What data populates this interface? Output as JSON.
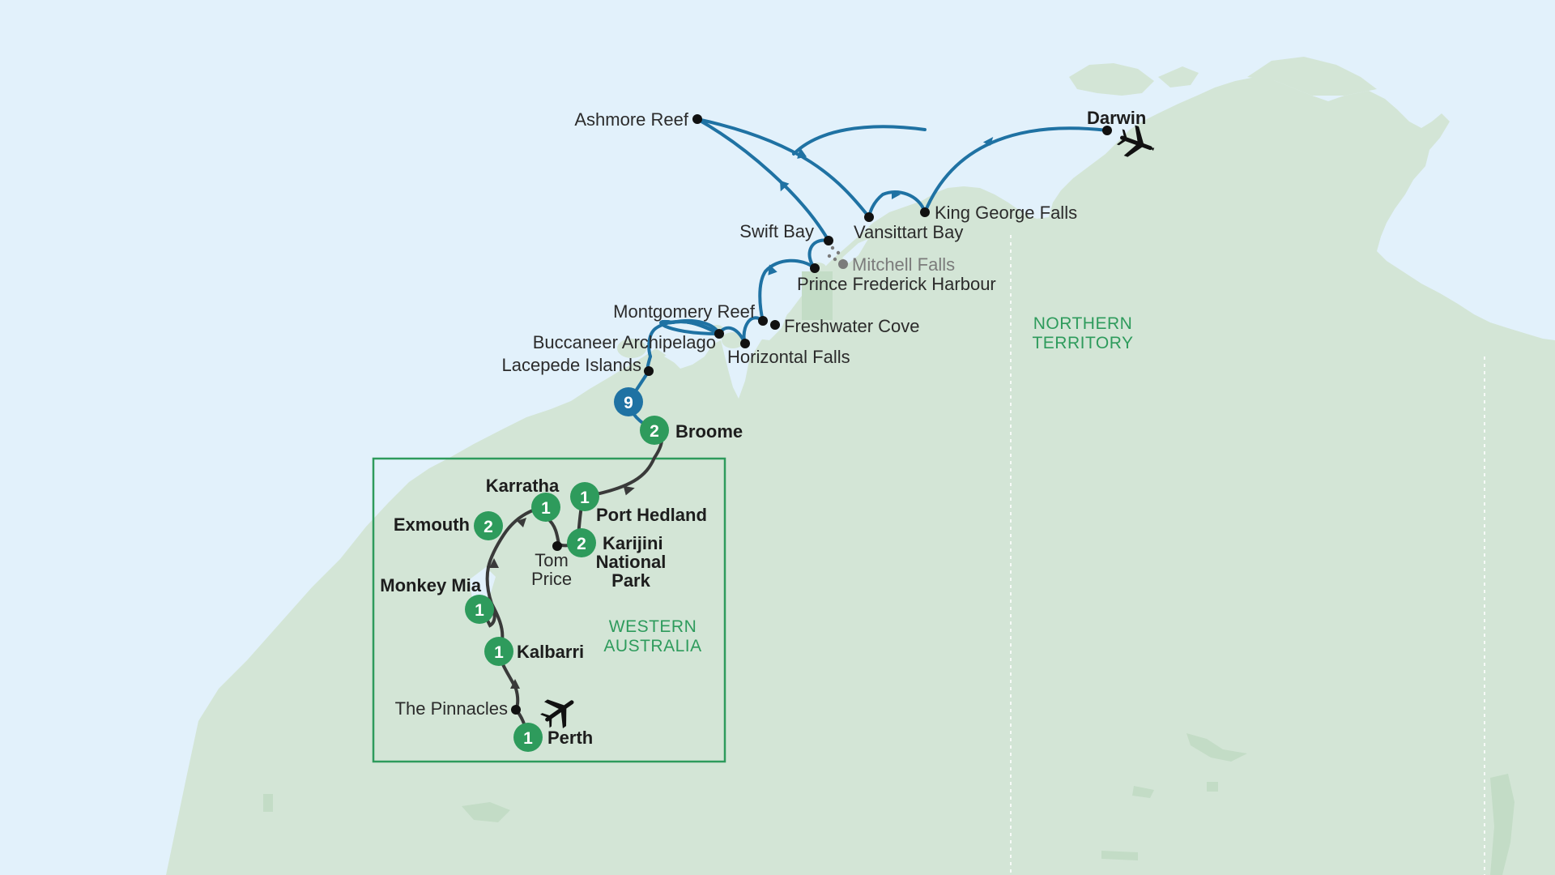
{
  "colors": {
    "sea": "#e2f1fb",
    "land": "#d3e5d6",
    "land_shade": "#c3dcc6",
    "cruise_route": "#1f72a3",
    "land_route": "#3a3a3a",
    "badge_green": "#2e9b5c",
    "badge_blue": "#1f72a3",
    "region_text": "#2e9b5c"
  },
  "regions": {
    "northern_territory_1": "NORTHERN",
    "northern_territory_2": "TERRITORY",
    "western_australia_1": "WESTERN",
    "western_australia_2": "AUSTRALIA"
  },
  "places": {
    "darwin": "Darwin",
    "ashmore_reef": "Ashmore Reef",
    "king_george_falls": "King George Falls",
    "vansittart_bay": "Vansittart Bay",
    "swift_bay": "Swift Bay",
    "mitchell_falls": "Mitchell Falls",
    "prince_frederick_harbour": "Prince Frederick Harbour",
    "montgomery_reef": "Montgomery Reef",
    "freshwater_cove": "Freshwater Cove",
    "buccaneer_archipelago": "Buccaneer Archipelago",
    "horizontal_falls": "Horizontal Falls",
    "lacepede_islands": "Lacepede Islands",
    "broome": "Broome",
    "karratha": "Karratha",
    "port_hedland": "Port Hedland",
    "exmouth": "Exmouth",
    "tom_price_1": "Tom",
    "tom_price_2": "Price",
    "karijini_1": "Karijini",
    "karijini_2": "National",
    "karijini_3": "Park",
    "monkey_mia": "Monkey Mia",
    "kalbarri": "Kalbarri",
    "the_pinnacles": "The Pinnacles",
    "perth": "Perth"
  },
  "nights": {
    "cruise": "9",
    "broome": "2",
    "port_hedland": "1",
    "karratha": "1",
    "exmouth": "2",
    "karijini": "2",
    "monkey_mia": "1",
    "kalbarri": "1",
    "perth": "1"
  },
  "icons": {
    "darwin_airport": "airplane-icon",
    "perth_airport": "airplane-icon"
  }
}
